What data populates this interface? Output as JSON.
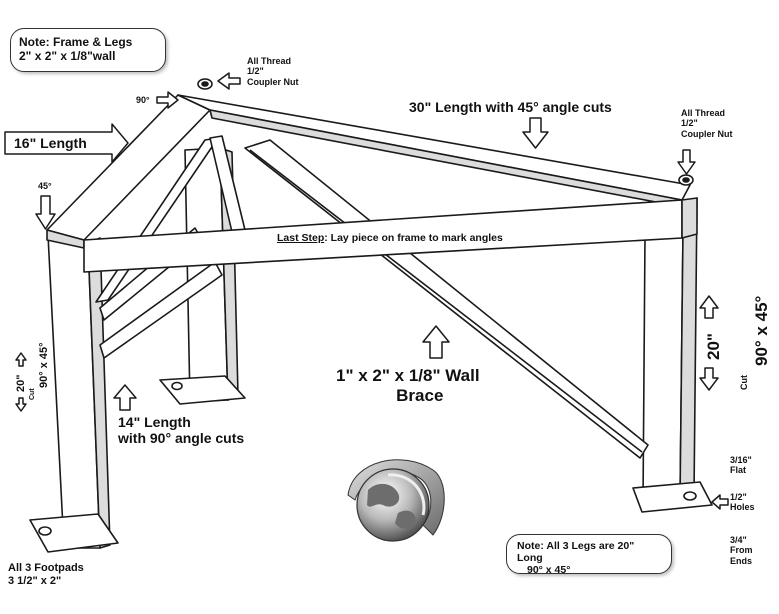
{
  "title": "",
  "note_frame": {
    "line1": "Note: Frame & Legs",
    "line2": "2\" x 2\" x 1/8\"wall"
  },
  "coupler_left": {
    "line1": "All Thread",
    "line2": "1/2\"",
    "line3": "Coupler Nut"
  },
  "coupler_right": {
    "line1": "All Thread",
    "line2": "1/2\"",
    "line3": "Coupler Nut"
  },
  "angle_90_top": "90°",
  "angle_45_left": "45°",
  "length_16": "16\" Length",
  "length_30": "30\" Length with 45° angle cuts",
  "last_step": {
    "lead": "Last Step",
    "rest": ": Lay piece on frame to mark angles"
  },
  "brace": {
    "line1": "1\" x 2\" x 1/8\" Wall",
    "line2": "Brace"
  },
  "length_14": {
    "line1": "14\" Length",
    "line2": "with 90° angle cuts"
  },
  "left_leg": {
    "height": "20\"",
    "cut_word": "Cut",
    "cut_angles": "90° x 45°"
  },
  "right_leg": {
    "height": "20\"",
    "cut_word": "Cut",
    "cut_angles": "90° x 45°"
  },
  "footpads": {
    "line1": "All 3 Footpads",
    "line2": "3 1/2\" x 2\""
  },
  "flat": {
    "line1": "3/16\"",
    "line2": "Flat"
  },
  "holes": {
    "line1": "1/2\"",
    "line2": "Holes"
  },
  "ends": {
    "line1": "3/4\"",
    "line2": "From",
    "line3": "Ends"
  },
  "note_legs": {
    "line1": "Note: All 3 Legs are 20\" Long",
    "line2": "90° x 45°"
  },
  "colors": {
    "ink": "#1a1a1a",
    "wood": "#ffffff",
    "shade": "#d8d8d8",
    "logo_gray": "#9a9a9a"
  }
}
